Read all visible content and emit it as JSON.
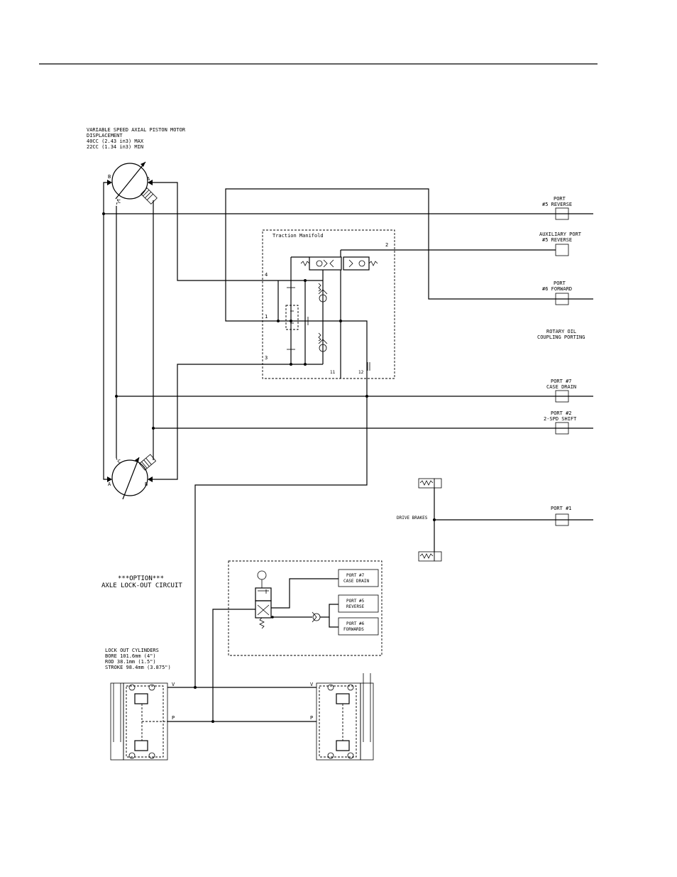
{
  "motor": {
    "line1": "VARIABLE SPEED AXIAL PISTON MOTOR",
    "line2": "DISPLACEMENT",
    "line3": "40CC (2.43 in3) MAX",
    "line4": "22CC (1.34 in3) MIN"
  },
  "motor_top_ports": {
    "a": "A",
    "b": "B",
    "c": "C"
  },
  "motor_bottom_ports": {
    "a": "A",
    "b": "B",
    "c": "C"
  },
  "manifold": {
    "title": "Traction Manifold",
    "port1": "1",
    "port2": "2",
    "port3": "3",
    "port4": "4",
    "port11": "11",
    "port12": "12"
  },
  "ports": {
    "p5_reverse": [
      "PORT",
      "#5 REVERSE"
    ],
    "aux_p5_reverse": [
      "AUXILIARY PORT",
      "#5 REVERSE"
    ],
    "p6_forward": [
      "PORT",
      "#6 FORWARD"
    ],
    "rotary": [
      "ROTARY OIL",
      "COUPLING PORTING"
    ],
    "p7_case_drain": [
      "PORT #7",
      "CASE DRAIN"
    ],
    "p2_shift": [
      "PORT #2",
      "2-SPD SHIFT"
    ],
    "p1": [
      "PORT #1"
    ]
  },
  "drive_brakes": "DRIVE BRAKES",
  "option": {
    "line1": "***OPTION***",
    "line2": "AXLE LOCK-OUT CIRCUIT"
  },
  "option_box": {
    "case_drain": [
      "PORT #7",
      "CASE DRAIN"
    ],
    "reverse": [
      "PORT #5",
      "REVERSE"
    ],
    "forwards": [
      "PORT #6",
      "FORWARDS"
    ]
  },
  "cylinders": {
    "line1": "LOCK OUT CYLINDERS",
    "line2": "BORE 101.6mm (4\")",
    "line3": "ROD 38.1mm (1.5\")",
    "line4": "STROKE 98.4mm (3.875\")"
  },
  "cyl_left": {
    "v": "V",
    "p": "P"
  },
  "cyl_right": {
    "v": "V",
    "p": "P"
  }
}
